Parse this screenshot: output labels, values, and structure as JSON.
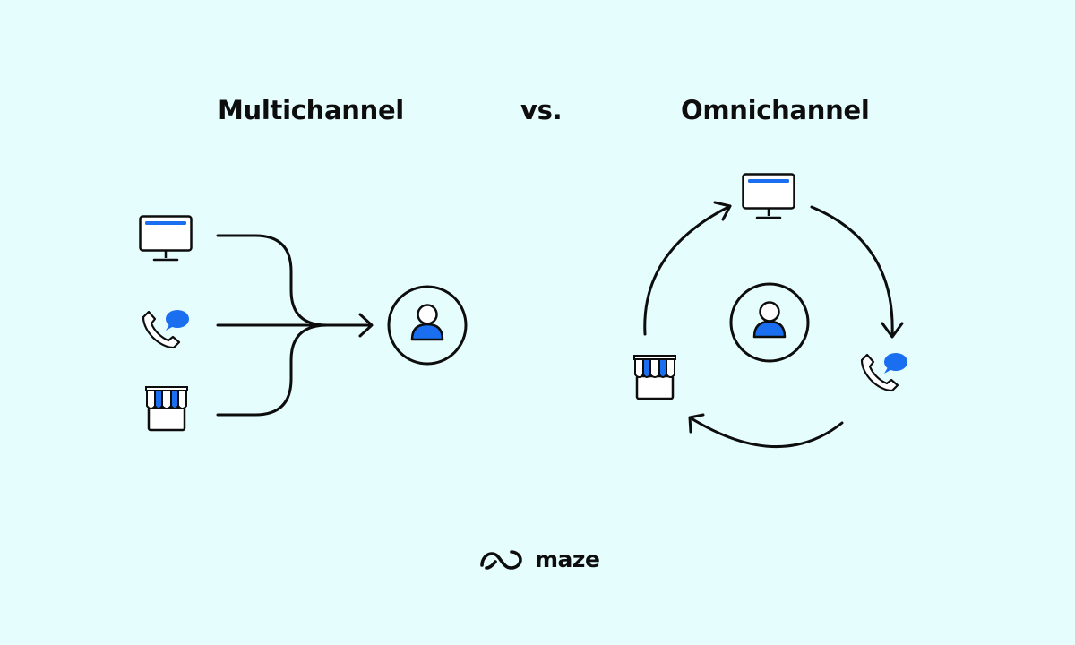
{
  "titles": {
    "left": "Multichannel",
    "versus": "vs.",
    "right": "Omnichannel"
  },
  "brand": {
    "name": "maze",
    "icon": "maze-logo-icon"
  },
  "colors": {
    "background": "#e6fdfe",
    "ink": "#0d0d0d",
    "accent": "#1a6ef0"
  },
  "icons": [
    "desktop-icon",
    "phone-chat-icon",
    "storefront-icon",
    "user-icon",
    "arrow-icon"
  ]
}
